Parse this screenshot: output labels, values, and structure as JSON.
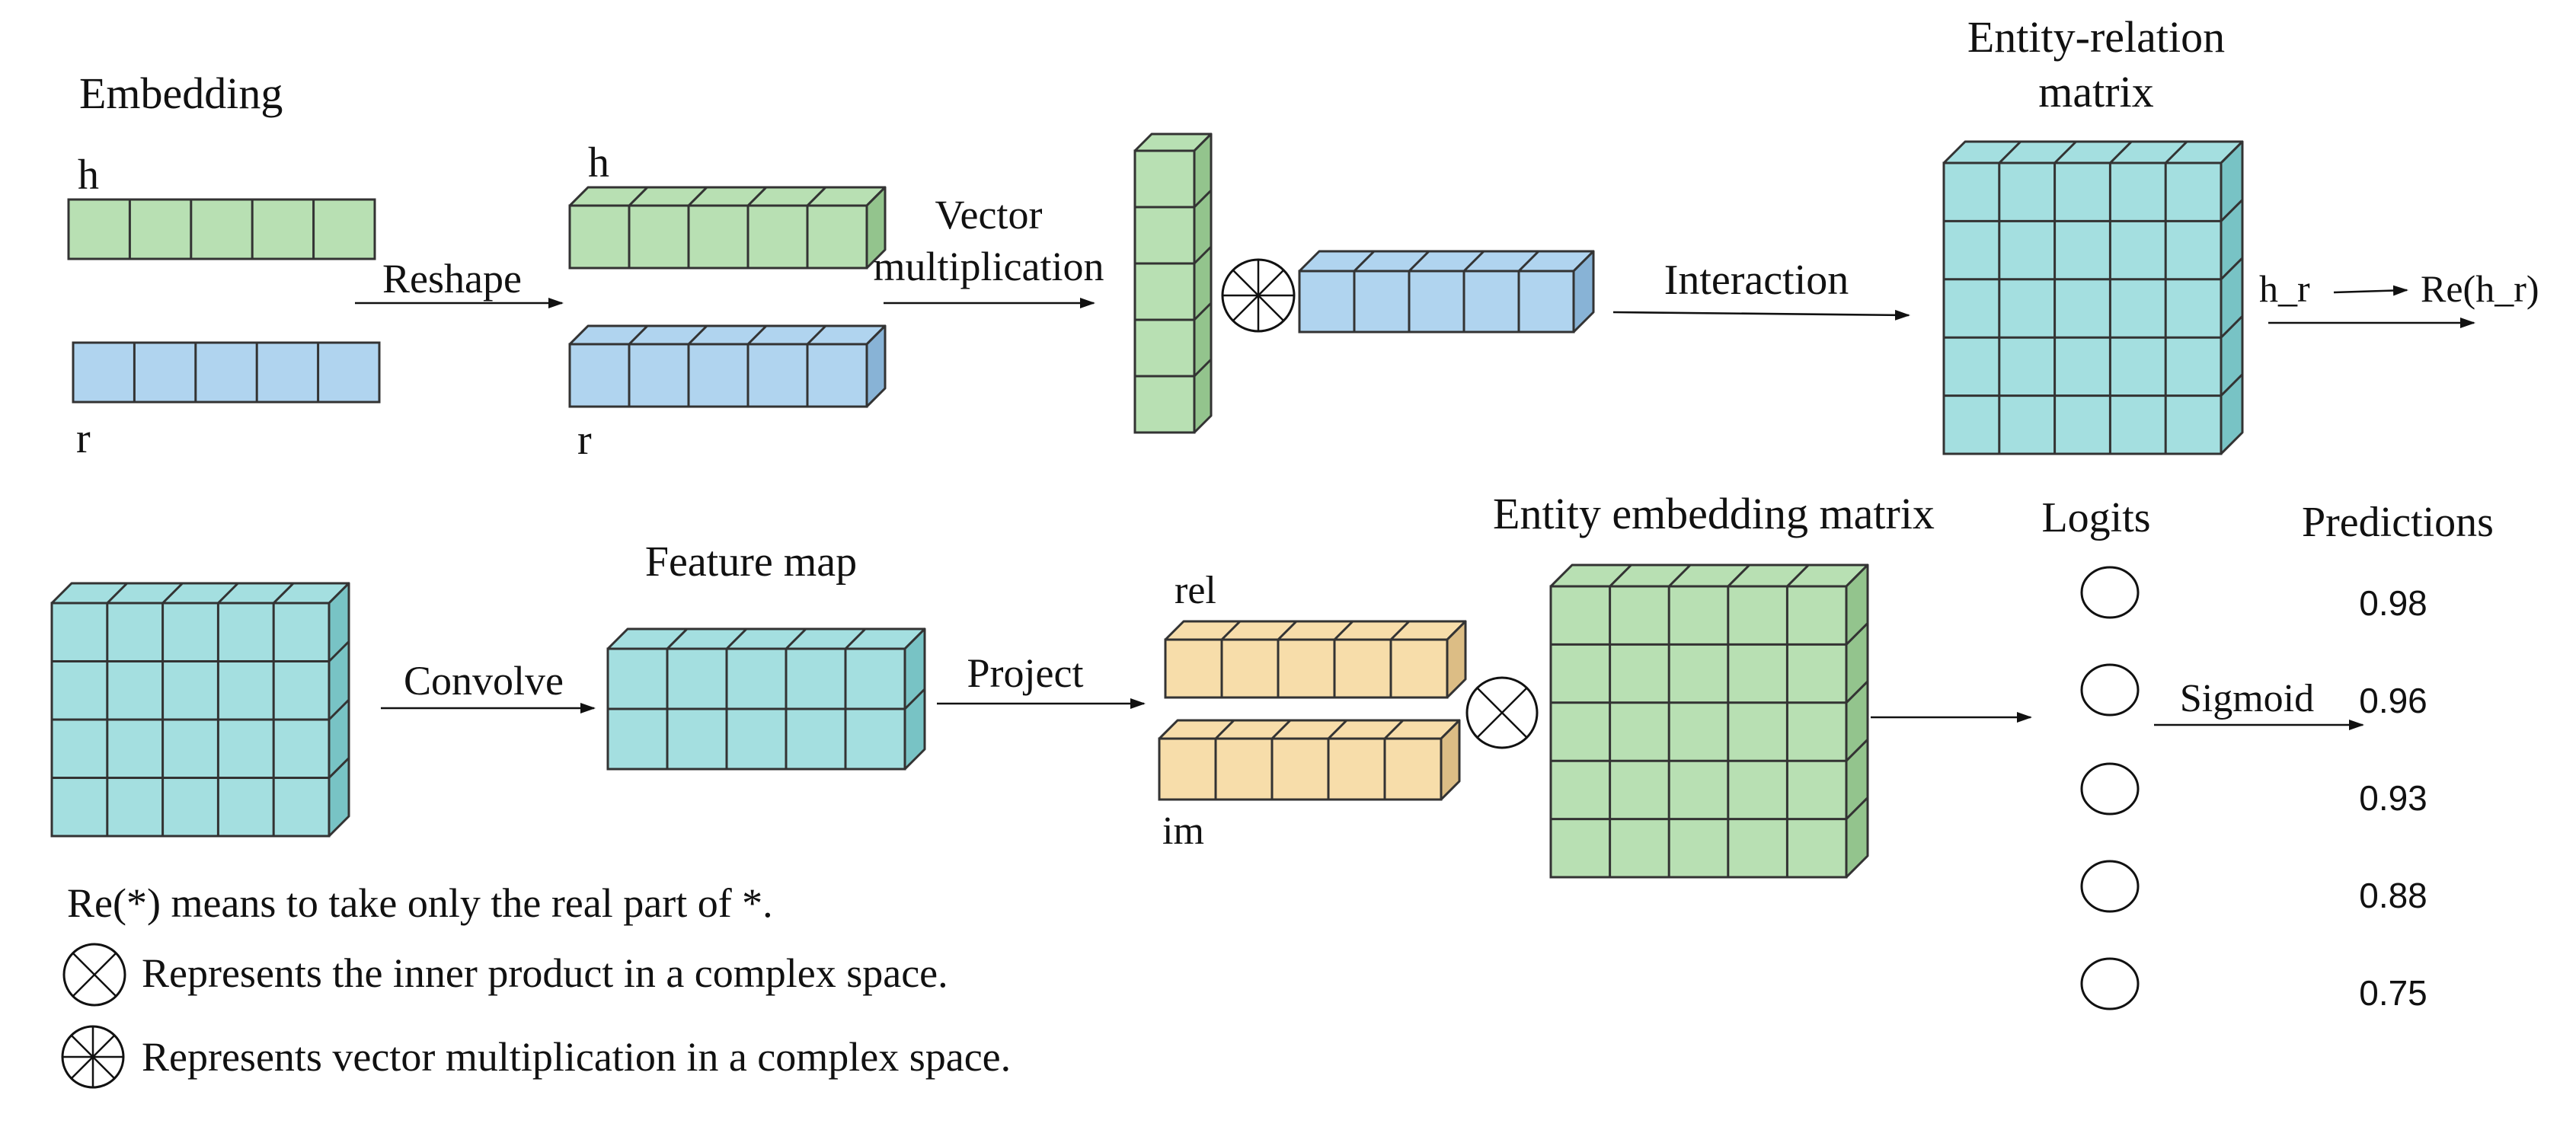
{
  "labels": {
    "embedding": "Embedding",
    "h": "h",
    "r": "r",
    "reshape": "Reshape",
    "vector": "Vector",
    "multiplication": "multiplication",
    "interaction": "Interaction",
    "er_matrix_line1": "Entity-relation",
    "er_matrix_line2": "matrix",
    "h_r": "h_r",
    "re_h_r": "Re(h_r)",
    "convolve": "Convolve",
    "feature_map": "Feature map",
    "project": "Project",
    "rel": "rel",
    "im": "im",
    "entity_embedding_matrix": "Entity embedding matrix",
    "logits": "Logits",
    "predictions": "Predictions",
    "sigmoid": "Sigmoid"
  },
  "predictions": [
    "0.98",
    "0.96",
    "0.93",
    "0.88",
    "0.75"
  ],
  "legend": {
    "re_note": "Re(*) means to take only the real part of *.",
    "inner_product": "Represents the inner product in a complex space.",
    "vector_mult": "Represents vector multiplication in a complex space."
  },
  "colors": {
    "green": "#b8e0b3",
    "green_side": "#93c48d",
    "blue": "#b0d4ef",
    "blue_side": "#88b3d6",
    "teal": "#a4dfe0",
    "teal_side": "#78c3c5",
    "orange": "#f7ddaa",
    "orange_side": "#dcbd85",
    "outline": "#333333"
  }
}
